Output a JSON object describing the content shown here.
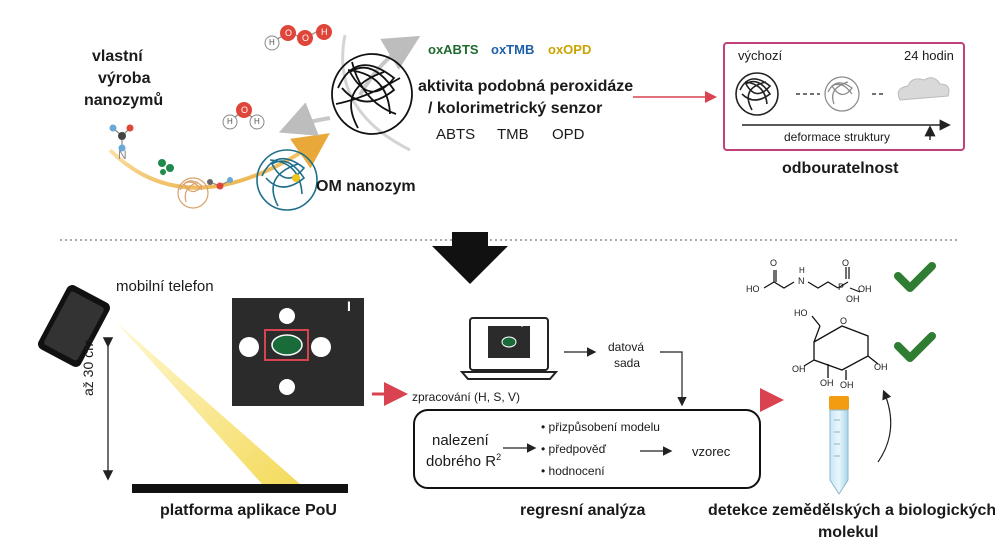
{
  "top": {
    "self_production": [
      "vlastní",
      "výroba",
      "nanozymů"
    ],
    "om_nanozyme": "OM nanozym",
    "ox_abts": "oxABTS",
    "ox_tmb": "oxTMB",
    "ox_opd": "oxOPD",
    "activity_line1": "aktivita podobná peroxidáze",
    "activity_line2": "/ kolorimetrický senzor",
    "substrates": [
      "ABTS",
      "TMB",
      "OPD"
    ],
    "degradability": {
      "initial": "výchozí",
      "after": "24 hodin",
      "axis_label": "deformace struktury",
      "title": "odbouratelnost"
    },
    "atom_labels": {
      "hydrogen": "H",
      "oxygen": "O",
      "nitrogen": "N"
    }
  },
  "bottom": {
    "phone_label": "mobilní telefon",
    "distance": "až 30 cm",
    "platform_label": "platforma aplikace PoU",
    "plate_marker": "I",
    "processing": "zpracování (H, S, V)",
    "dataset": [
      "datová",
      "sada"
    ],
    "finding_fit": [
      "nalezení",
      "dobrého R"
    ],
    "r_squared_sup": "2",
    "steps": [
      "• přizpůsobení modelu",
      "• předpověď",
      "• hodnocení"
    ],
    "formula": "vzorec",
    "regression_title": "regresní analýza",
    "detection_title": [
      "detekce zemědělských a biologických",
      "molekul"
    ],
    "glyphosate": {
      "acid_o": "O",
      "ho": "HO",
      "nh": "N",
      "h": "H",
      "p": "P",
      "oh1": "OH",
      "oh2": "OH",
      "po": "O"
    },
    "glucose": {
      "ho": "HO",
      "o": "O",
      "oh": [
        "OH",
        "OH",
        "OH",
        "OH"
      ]
    }
  },
  "colors": {
    "title_gold": "#d4a017",
    "ox_green": "#1f6b2e",
    "ox_blue": "#1f5fa8",
    "ox_yellow": "#c9a400",
    "pink_border": "#c2407a",
    "red_arrow": "#d9434f",
    "check_green": "#2e7d32",
    "sample_green": "#1a6b3a"
  }
}
